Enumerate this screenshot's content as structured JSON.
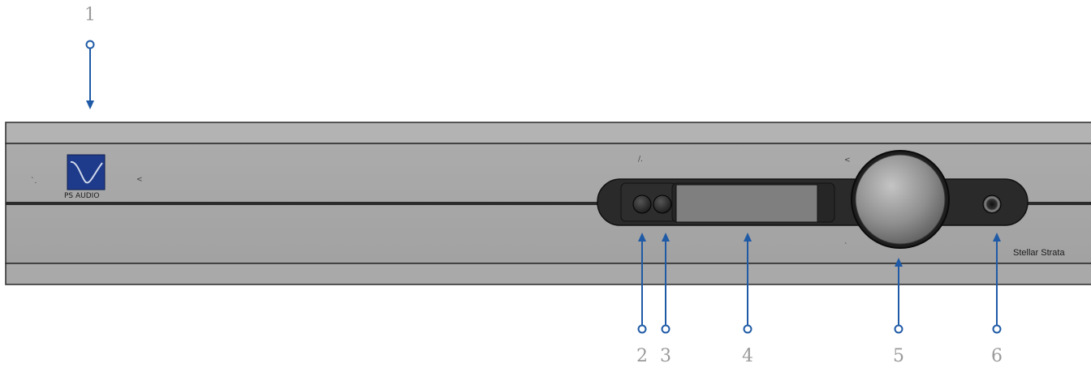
{
  "colors": {
    "callout": "#1f5aa6",
    "callout_number": "#9a9a9a",
    "chassis": "#a7a7a7",
    "chassis_top": "#b2b2b2",
    "display_window": "#7f7f7f",
    "logo_bg": "#1e3a8a"
  },
  "panel": {
    "brand": "PS AUDIO",
    "model": "Stellar Strata"
  },
  "callouts": [
    {
      "number": "1",
      "target": "top-cover"
    },
    {
      "number": "2",
      "target": "left-button"
    },
    {
      "number": "3",
      "target": "right-button"
    },
    {
      "number": "4",
      "target": "display"
    },
    {
      "number": "5",
      "target": "volume-knob"
    },
    {
      "number": "6",
      "target": "headphone-jack"
    }
  ]
}
